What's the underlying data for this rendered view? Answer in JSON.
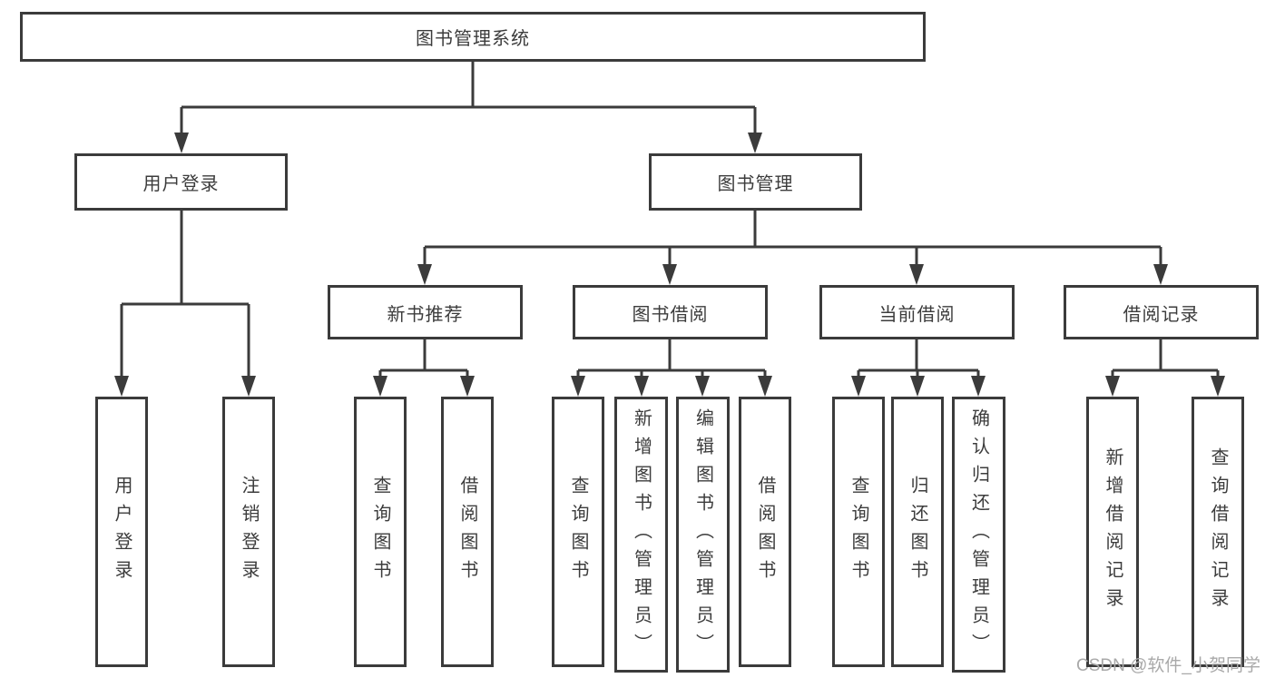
{
  "tree": {
    "root": "图书管理系统",
    "branches": [
      {
        "label": "用户登录",
        "children": [
          {
            "label": "用户登录"
          },
          {
            "label": "注销登录"
          }
        ]
      },
      {
        "label": "图书管理",
        "children": [
          {
            "label": "新书推荐",
            "children": [
              {
                "label": "查询图书"
              },
              {
                "label": "借阅图书"
              }
            ]
          },
          {
            "label": "图书借阅",
            "children": [
              {
                "label": "查询图书"
              },
              {
                "label": "新增图书（管理员）"
              },
              {
                "label": "编辑图书（管理员）"
              },
              {
                "label": "借阅图书"
              }
            ]
          },
          {
            "label": "当前借阅",
            "children": [
              {
                "label": "查询图书"
              },
              {
                "label": "归还图书"
              },
              {
                "label": "确认归还（管理员）"
              }
            ]
          },
          {
            "label": "借阅记录",
            "children": [
              {
                "label": "新增借阅记录"
              },
              {
                "label": "查询借阅记录"
              }
            ]
          }
        ]
      }
    ]
  },
  "watermark": {
    "text": "CSDN @软件_小贺同学"
  },
  "colors": {
    "line": "#3b3b3b",
    "text": "#3c3c3c",
    "watermark": "#a9a9a9",
    "background": "#ffffff"
  }
}
